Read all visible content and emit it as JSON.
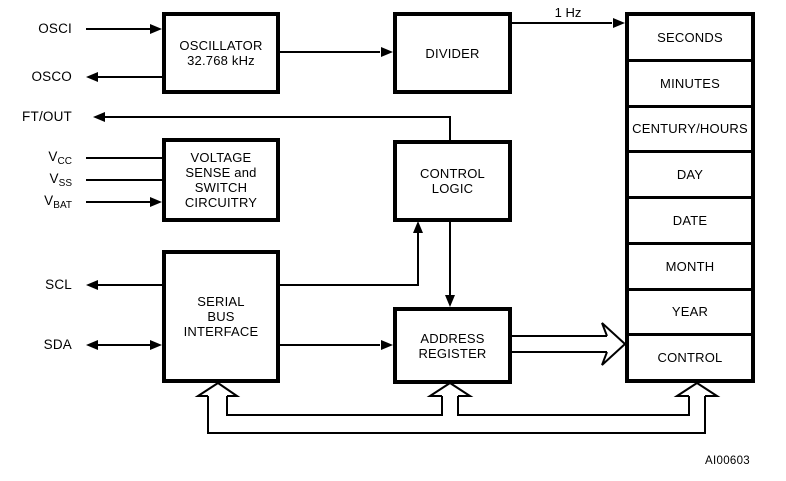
{
  "figure": {
    "code": "AI00603",
    "freq_label": "1 Hz",
    "colors": {
      "ink": "#000000",
      "background": "#ffffff"
    }
  },
  "pins": {
    "osci": "OSCI",
    "osco": "OSCO",
    "ftout": "FT/OUT",
    "vcc_base": "V",
    "vcc_sub": "CC",
    "vss_base": "V",
    "vss_sub": "SS",
    "vbat_base": "V",
    "vbat_sub": "BAT",
    "scl": "SCL",
    "sda": "SDA"
  },
  "blocks": {
    "oscillator": {
      "line1": "OSCILLATOR",
      "line2": "32.768 kHz"
    },
    "divider": {
      "line1": "DIVIDER"
    },
    "voltage": {
      "line1": "VOLTAGE",
      "line2": "SENSE and",
      "line3": "SWITCH",
      "line4": "CIRCUITRY"
    },
    "control_logic": {
      "line1": "CONTROL",
      "line2": "LOGIC"
    },
    "serial_bus": {
      "line1": "SERIAL",
      "line2": "BUS",
      "line3": "INTERFACE"
    },
    "address_register": {
      "line1": "ADDRESS",
      "line2": "REGISTER"
    }
  },
  "registers": [
    "SECONDS",
    "MINUTES",
    "CENTURY/HOURS",
    "DAY",
    "DATE",
    "MONTH",
    "YEAR",
    "CONTROL"
  ]
}
